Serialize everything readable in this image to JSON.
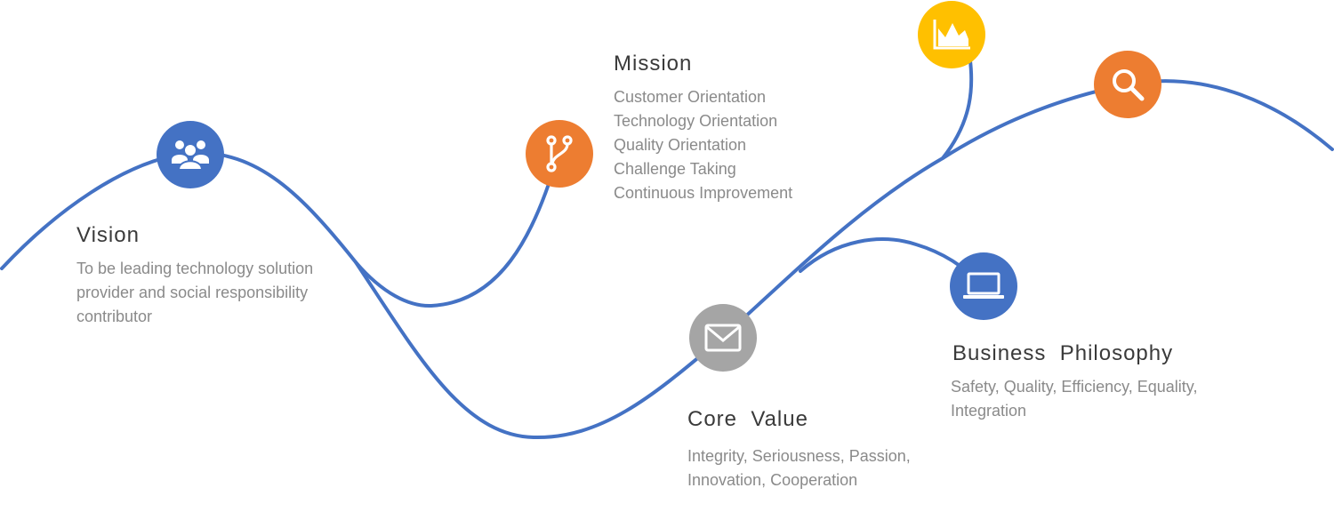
{
  "colors": {
    "line": "#4472c4",
    "blue": "#4472c4",
    "orange": "#ed7d31",
    "gray": "#a5a5a5",
    "yellow": "#ffc000"
  },
  "nodes": [
    {
      "id": "vision",
      "icon": "users-icon",
      "color": "#4472c4"
    },
    {
      "id": "mission",
      "icon": "branch-icon",
      "color": "#ed7d31"
    },
    {
      "id": "core-value",
      "icon": "envelope-icon",
      "color": "#a5a5a5"
    },
    {
      "id": "business-philosophy",
      "icon": "laptop-icon",
      "color": "#4472c4"
    },
    {
      "id": "chart",
      "icon": "area-chart-icon",
      "color": "#ffc000"
    },
    {
      "id": "search",
      "icon": "search-icon",
      "color": "#ed7d31"
    }
  ],
  "vision": {
    "title": "Vision",
    "lines": [
      "To be leading technology solution",
      "provider and social responsibility",
      "contributor"
    ]
  },
  "mission": {
    "title": "Mission",
    "lines": [
      "Customer Orientation",
      "Technology Orientation",
      "Quality Orientation",
      "Challenge Taking",
      "Continuous Improvement"
    ]
  },
  "core_value": {
    "title": "Core  Value",
    "lines": [
      "Integrity, Seriousness, Passion,",
      "Innovation, Cooperation"
    ]
  },
  "business_philosophy": {
    "title": "Business  Philosophy",
    "lines": [
      "Safety, Quality, Efficiency, Equality,",
      "Integration"
    ]
  }
}
